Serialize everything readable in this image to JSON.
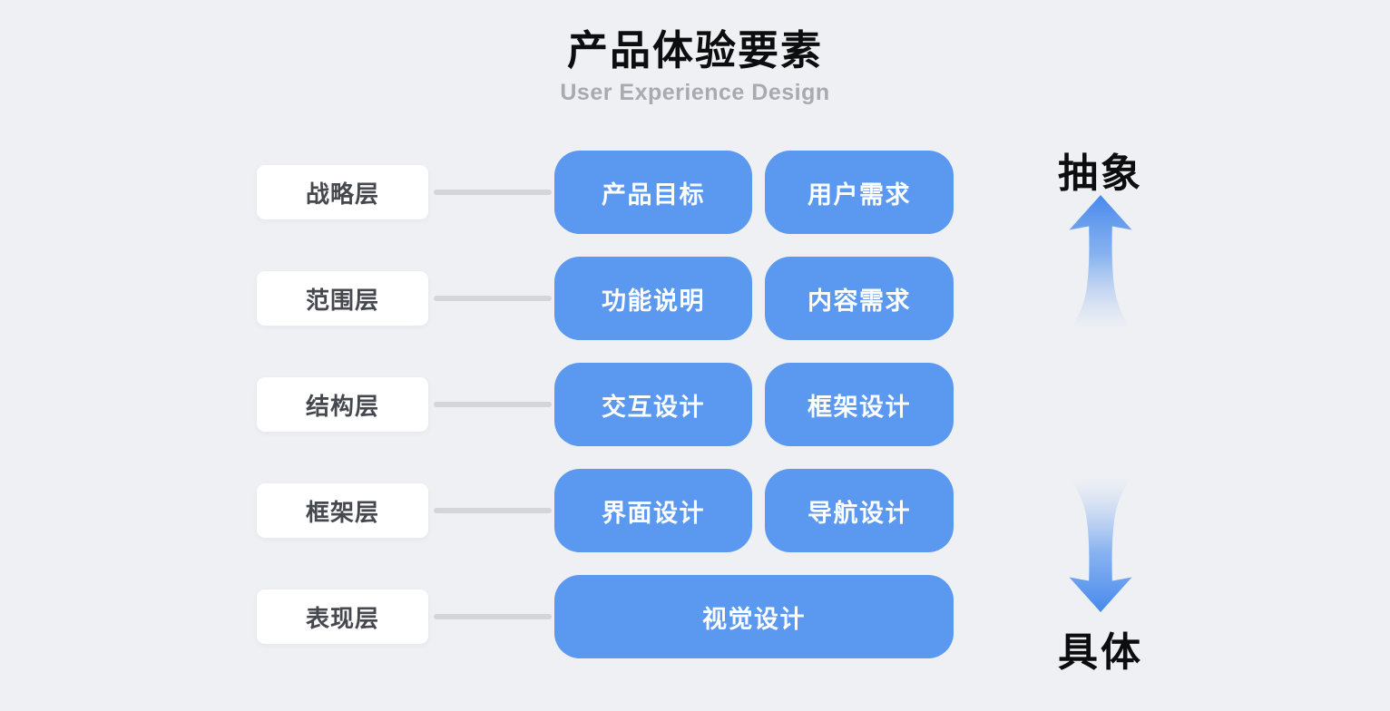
{
  "header": {
    "title": "产品体验要素",
    "subtitle": "User Experience Design"
  },
  "layers": [
    {
      "label": "战略层",
      "boxes": [
        "产品目标",
        "用户需求"
      ]
    },
    {
      "label": "范围层",
      "boxes": [
        "功能说明",
        "内容需求"
      ]
    },
    {
      "label": "结构层",
      "boxes": [
        "交互设计",
        "框架设计"
      ]
    },
    {
      "label": "框架层",
      "boxes": [
        "界面设计",
        "导航设计"
      ]
    },
    {
      "label": "表现层",
      "boxes": [
        "视觉设计"
      ]
    }
  ],
  "axis": {
    "top_label": "抽象",
    "bottom_label": "具体"
  },
  "colors": {
    "background": "#EFF0F4",
    "node_blue": "#5B98F0",
    "arrow_blue": "#4789EC",
    "connector_gray": "#D3D5D9",
    "label_text": "#45494F",
    "title_text": "#0C0D0F",
    "subtitle_text": "#A7AAB0"
  }
}
